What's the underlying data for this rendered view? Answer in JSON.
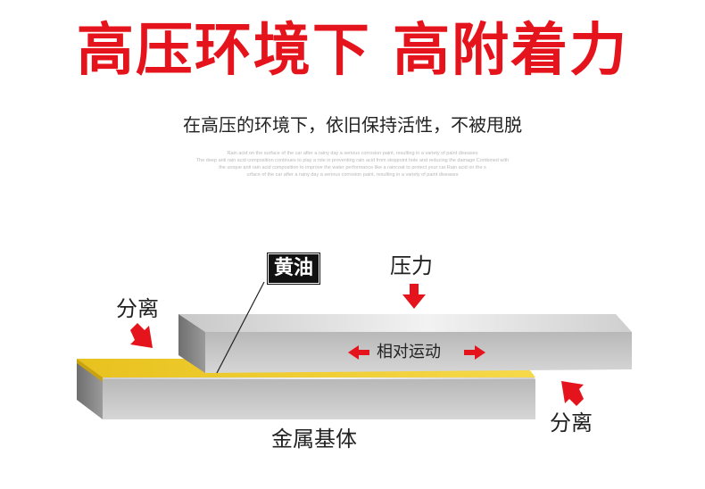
{
  "headline": "高压环境下 高附着力",
  "subheadline": "在高压的环境下，依旧保持活性，不被甩脱",
  "fine_print": [
    "Rain acid on the surface of the car after a rainy day a serious corrosion paint, resulting in a variety of paint diseases",
    "The deep anti rain acid composition continues to play a role in preventing rain acid from stoppoint hole and reducing the damage Combined with",
    "the unique anti rain acid composition to improve the water performance like a raincoat to protect your car.Rain acid on the s",
    "urface of the car after a rainy day a serious corrosion paint, resulting in a variety of paint diseases"
  ],
  "labels": {
    "grease": "黄油",
    "pressure": "压力",
    "separation_left": "分离",
    "separation_right": "分离",
    "relative_motion": "相对运动",
    "metal_base": "金属基体"
  },
  "colors": {
    "accent_red": "#e5141c",
    "grease_yellow": "#f0cf2a",
    "metal_light": "#d8d8d8",
    "metal_dark": "#8a8a8a"
  }
}
